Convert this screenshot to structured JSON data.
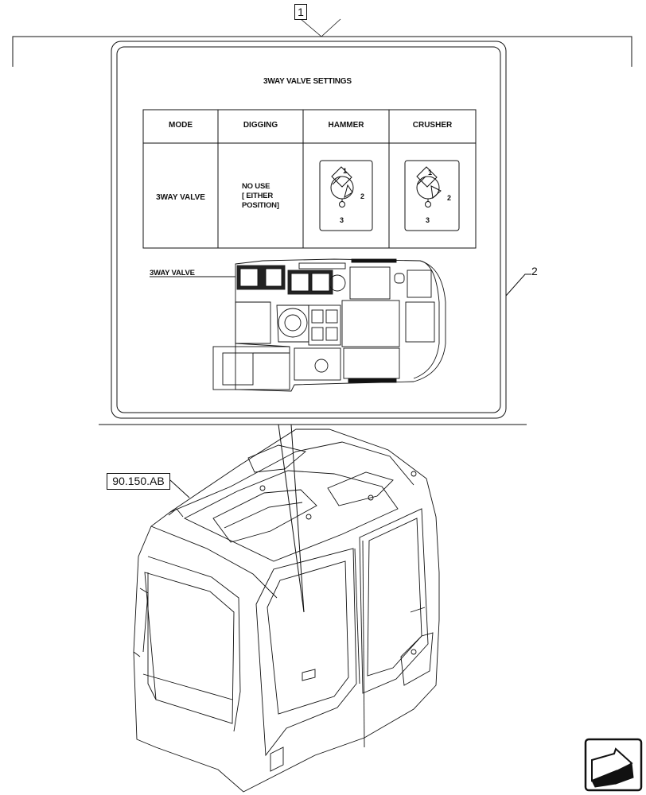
{
  "callouts": {
    "item_1": "1",
    "item_2": "2",
    "ref_code": "90.150.AB"
  },
  "decal": {
    "title": "3WAY VALVE SETTINGS",
    "table": {
      "headers": [
        "MODE",
        "DIGGING",
        "HAMMER",
        "CRUSHER"
      ],
      "row_label": "3WAY VALVE",
      "digging_lines": [
        "NO USE",
        "[ EITHER",
        "POSITION]"
      ],
      "hammer_positions": [
        "1",
        "2",
        "3"
      ],
      "crusher_positions": [
        "1",
        "2",
        "3"
      ]
    },
    "plan_label": "3WAY VALVE"
  },
  "nav": {
    "next_arrow_icon": "arrow-next-icon"
  }
}
